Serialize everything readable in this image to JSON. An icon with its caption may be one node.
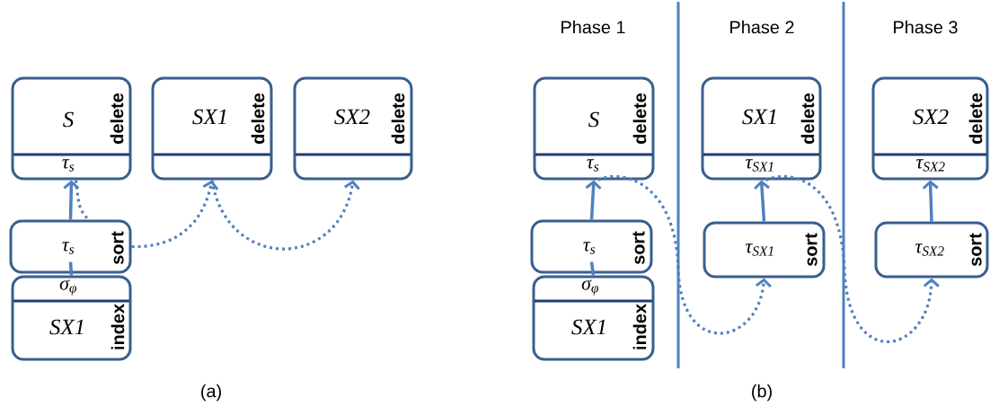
{
  "diagram": {
    "nodes": [
      {
        "text": [
          "S",
          "τ$_{s}$",
          "delete"
        ]
      },
      {
        "text": [
          "SX1",
          "delete"
        ]
      },
      {
        "text": [
          "SX2",
          "delete"
        ]
      },
      {
        "text": [
          "τ$_{s}$",
          "sort"
        ]
      },
      {
        "text": [
          "σ$_{φ}$",
          "SX1",
          "index"
        ]
      },
      {
        "text": [
          "S",
          "τ$_{s}$",
          "delete"
        ]
      },
      {
        "text": [
          "τ$_{s}$",
          "sort"
        ]
      },
      {
        "text": [
          "σ$_{φ}$",
          "SX1",
          "index"
        ]
      },
      {
        "text": [
          "SX1",
          "τ$_{SX1}$",
          "delete"
        ]
      },
      {
        "text": [
          "τ$_{SX1}$",
          "sort"
        ]
      },
      {
        "text": [
          "SX2",
          "τ$_{SX2}$",
          "delete"
        ]
      },
      {
        "text": [
          "τ$_{SX2}$",
          "sort"
        ]
      }
    ],
    "edges": [
      {
        "from": 3,
        "to": 0,
        "arrow": "to"
      },
      {
        "from": 4,
        "to": 3,
        "arrow": "none"
      },
      {
        "from": 0,
        "to": 3,
        "arrow": "none",
        "style": "dashed"
      },
      {
        "from": 3,
        "to": 1,
        "arrow": "to",
        "style": "dashed"
      },
      {
        "from": 1,
        "to": 2,
        "arrow": "to",
        "style": "dashed"
      },
      {
        "from": 6,
        "to": 5,
        "arrow": "to"
      },
      {
        "from": 7,
        "to": 6,
        "arrow": "none"
      },
      {
        "from": 5,
        "to": 9,
        "arrow": "to",
        "style": "dashed"
      },
      {
        "from": 9,
        "to": 8,
        "arrow": "to"
      },
      {
        "from": 8,
        "to": 11,
        "arrow": "to",
        "style": "dashed"
      },
      {
        "from": 11,
        "to": 10,
        "arrow": "to"
      }
    ],
    "labels": [
      "Phase 1",
      "Phase 2",
      "Phase 3",
      "(a)",
      "(b)"
    ]
  }
}
